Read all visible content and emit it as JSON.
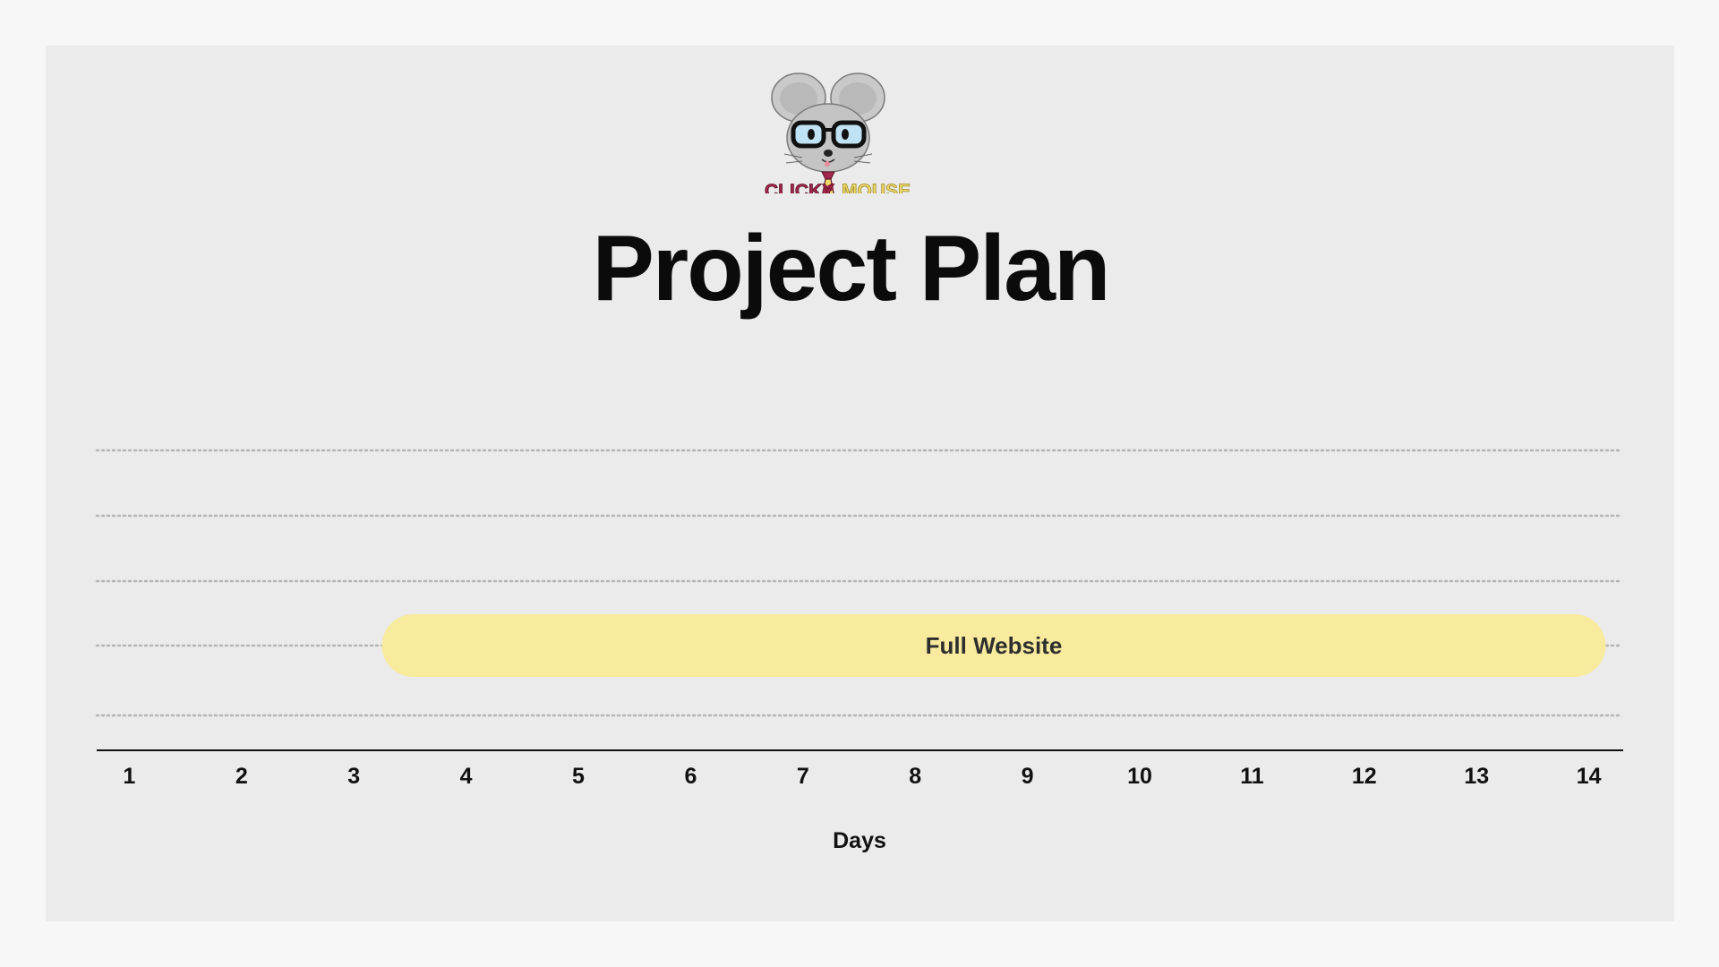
{
  "logo": {
    "text_left": "CLICKY",
    "text_right": "MOUSE",
    "icon": "mouse-mascot-with-glasses-and-tie"
  },
  "colors": {
    "background": "#f7f7f7",
    "panel": "#ebebeb",
    "bar": "#f8eb9e",
    "grid": "#b5b5b5",
    "axis": "#111111",
    "logo_red": "#a3274a",
    "logo_yellow": "#f1da6a"
  },
  "chart_data": {
    "type": "gantt",
    "title": "Project Plan",
    "xlabel": "Days",
    "ylabel": "",
    "x_ticks": [
      "1",
      "2",
      "3",
      "4",
      "5",
      "6",
      "7",
      "8",
      "9",
      "10",
      "11",
      "12",
      "13",
      "14"
    ],
    "xlim": [
      0.71,
      14.29
    ],
    "rows": 5,
    "grid": "dotted-horizontal",
    "tasks": [
      {
        "label": "Full Website",
        "start": 3.25,
        "end": 14.15,
        "row": 4
      }
    ]
  }
}
